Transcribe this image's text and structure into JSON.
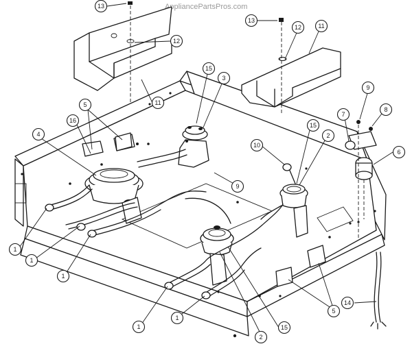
{
  "watermark": "AppliancePartsPros.com",
  "callouts": [
    {
      "id": "c13a",
      "label": "13"
    },
    {
      "id": "c12a",
      "label": "12"
    },
    {
      "id": "c11a",
      "label": "11"
    },
    {
      "id": "c13b",
      "label": "13"
    },
    {
      "id": "c12b",
      "label": "12"
    },
    {
      "id": "c11b",
      "label": "11"
    },
    {
      "id": "c15a",
      "label": "15"
    },
    {
      "id": "c3",
      "label": "3"
    },
    {
      "id": "c5a",
      "label": "5"
    },
    {
      "id": "c16",
      "label": "16"
    },
    {
      "id": "c4",
      "label": "4"
    },
    {
      "id": "c9a",
      "label": "9"
    },
    {
      "id": "c8",
      "label": "8"
    },
    {
      "id": "c7",
      "label": "7"
    },
    {
      "id": "c6",
      "label": "6"
    },
    {
      "id": "c10",
      "label": "10"
    },
    {
      "id": "c15b",
      "label": "15"
    },
    {
      "id": "c2a",
      "label": "2"
    },
    {
      "id": "c9b",
      "label": "9"
    },
    {
      "id": "c1a",
      "label": "1"
    },
    {
      "id": "c1b",
      "label": "1"
    },
    {
      "id": "c1c",
      "label": "1"
    },
    {
      "id": "c1d",
      "label": "1"
    },
    {
      "id": "c1e",
      "label": "1"
    },
    {
      "id": "c2b",
      "label": "2"
    },
    {
      "id": "c15c",
      "label": "15"
    },
    {
      "id": "c5b",
      "label": "5"
    },
    {
      "id": "c14",
      "label": "14"
    }
  ]
}
